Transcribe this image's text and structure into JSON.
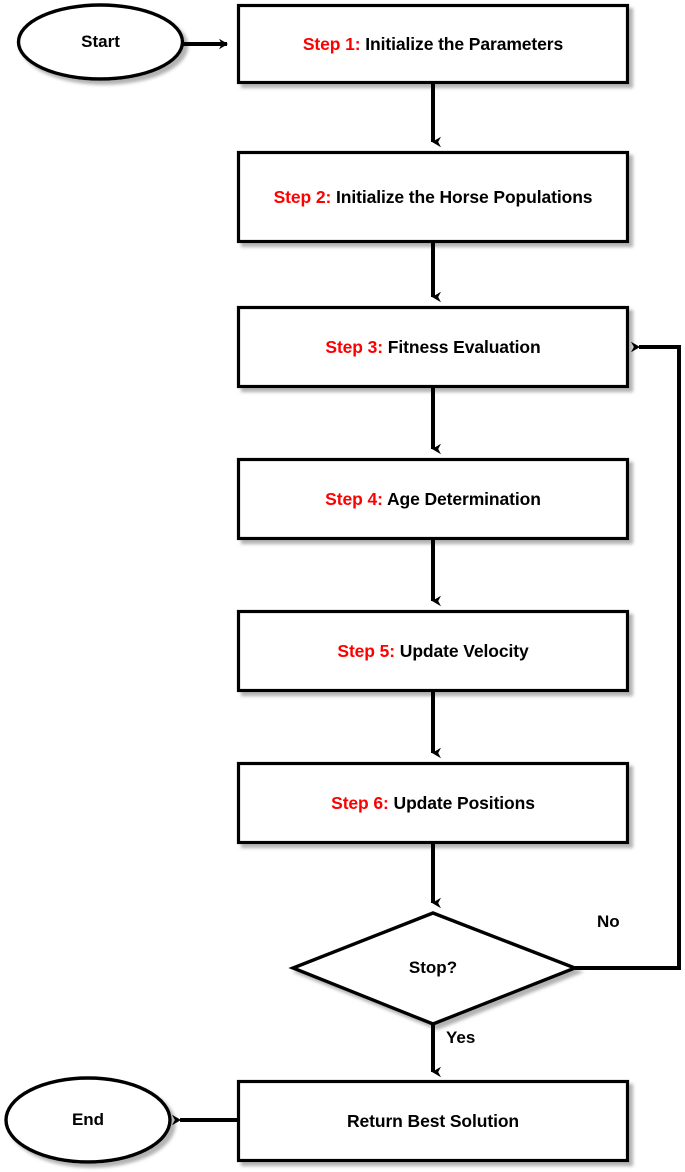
{
  "diagram": {
    "type": "flowchart",
    "title": "",
    "orientation": "top-to-bottom",
    "accent_color": "#ff0000",
    "text_color": "#000000",
    "stroke_color": "#000000",
    "fill_color": "#ffffff",
    "background_color": "#ffffff"
  },
  "nodes": {
    "start": {
      "shape": "ellipse",
      "label": "Start"
    },
    "step1": {
      "shape": "process",
      "tag": "Step 1:",
      "body": " Initialize the Parameters",
      "full": "Step 1: Initialize the Parameters"
    },
    "step2": {
      "shape": "process",
      "tag": "Step 2:",
      "body": " Initialize the Horse Populations",
      "full": "Step 2: Initialize the Horse Populations"
    },
    "step3": {
      "shape": "process",
      "tag": "Step 3:",
      "body": " Fitness Evaluation",
      "full": "Step 3: Fitness Evaluation"
    },
    "step4": {
      "shape": "process",
      "tag": "Step 4:",
      "body": " Age Determination",
      "full": "Step 4: Age Determination"
    },
    "step5": {
      "shape": "process",
      "tag": "Step 5:",
      "body": " Update Velocity",
      "full": "Step 5: Update Velocity"
    },
    "step6": {
      "shape": "process",
      "tag": "Step 6:",
      "body": " Update Positions",
      "full": "Step 6: Update Positions"
    },
    "decision": {
      "shape": "diamond",
      "label": "Stop?"
    },
    "return": {
      "shape": "process",
      "label": "Return Best Solution"
    },
    "end": {
      "shape": "ellipse",
      "label": "End"
    }
  },
  "edges": [
    {
      "from": "start",
      "to": "step1",
      "label": ""
    },
    {
      "from": "step1",
      "to": "step2",
      "label": ""
    },
    {
      "from": "step2",
      "to": "step3",
      "label": ""
    },
    {
      "from": "step3",
      "to": "step4",
      "label": ""
    },
    {
      "from": "step4",
      "to": "step5",
      "label": ""
    },
    {
      "from": "step5",
      "to": "step6",
      "label": ""
    },
    {
      "from": "step6",
      "to": "decision",
      "label": ""
    },
    {
      "from": "decision",
      "to": "step3",
      "label": "No"
    },
    {
      "from": "decision",
      "to": "return",
      "label": "Yes"
    },
    {
      "from": "return",
      "to": "end",
      "label": ""
    }
  ],
  "edge_labels": {
    "no": "No",
    "yes": "Yes"
  }
}
